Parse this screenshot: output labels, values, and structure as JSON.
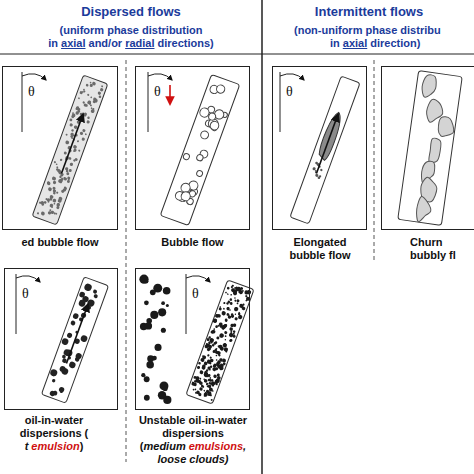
{
  "diagram": {
    "nodes": [
      {
        "text": [
          "ed bubble flow"
        ]
      },
      {
        "text": [
          "Bubble flow"
        ]
      },
      {
        "text": [
          "Elongated bubble flow"
        ]
      },
      {
        "text": [
          "Churn bubbly fl"
        ]
      },
      {
        "text": [
          "oil-in-water dispersions (",
          "t",
          "emulsion",
          ")"
        ]
      },
      {
        "text": [
          "Unstable oil-in-water dispersions (",
          "medium",
          "emulsions",
          ", loose clouds)"
        ]
      }
    ],
    "labels": [
      "Dispersed flows",
      "(uniform phase distribution",
      "in",
      "axial",
      "and/or",
      "radial",
      "directions)",
      "Intermittent flows",
      "(non-uniform phase distribu",
      "in",
      "axial",
      "direction)",
      "θ",
      "θ",
      "θ",
      "θ",
      "θ"
    ]
  }
}
